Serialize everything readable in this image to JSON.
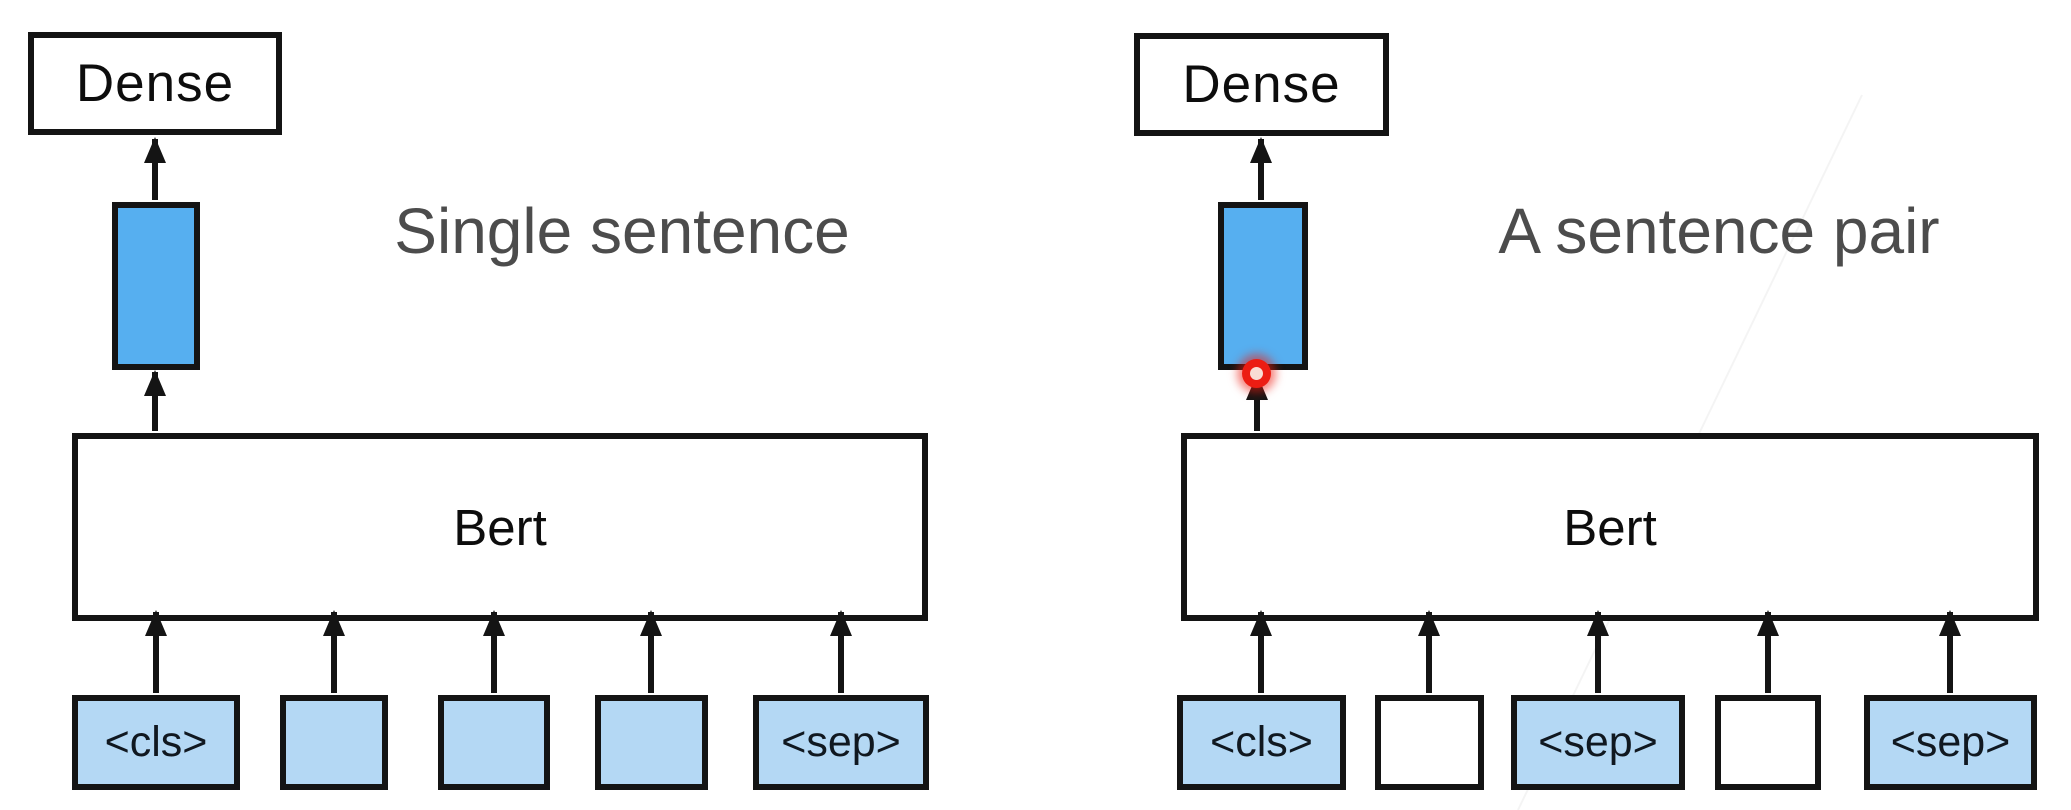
{
  "slide": {
    "kind": "bert-fine-tuning-diagram"
  },
  "colors": {
    "outline": "#141414",
    "vector_fill": "#56AFF0",
    "token_fill": "#B4D8F4",
    "token_text": "#101820",
    "title_text": "#4C4C4C",
    "cursor_red": "#EC1D13",
    "cursor_core": "#F9DDD4"
  },
  "panels": [
    {
      "title": "Single sentence",
      "dense_label": "Dense",
      "bert_label": "Bert",
      "tokens": [
        {
          "label": "<cls>",
          "fill": "blue"
        },
        {
          "label": "",
          "fill": "blue"
        },
        {
          "label": "",
          "fill": "blue"
        },
        {
          "label": "",
          "fill": "blue"
        },
        {
          "label": "<sep>",
          "fill": "blue"
        }
      ]
    },
    {
      "title": "A sentence pair",
      "dense_label": "Dense",
      "bert_label": "Bert",
      "tokens": [
        {
          "label": "<cls>",
          "fill": "blue"
        },
        {
          "label": "",
          "fill": "white"
        },
        {
          "label": "<sep>",
          "fill": "blue"
        },
        {
          "label": "",
          "fill": "white"
        },
        {
          "label": "<sep>",
          "fill": "blue"
        }
      ]
    }
  ]
}
